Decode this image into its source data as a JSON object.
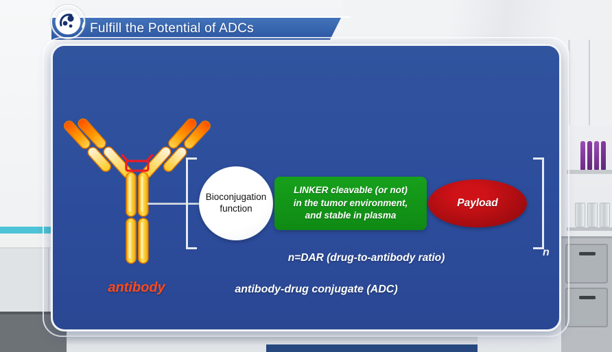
{
  "header": {
    "title": "Fulfill the Potential of ADCs",
    "logo_icon": "molecule-logo-icon"
  },
  "panel": {
    "antibody_label": "antibody",
    "bioconjugation_label": "Bioconjugation function",
    "linker_lines": [
      "LINKER cleavable (or not)",
      "in the tumor environment,",
      "and stable in plasma"
    ],
    "payload_label": "Payload",
    "bracket_subscript": "n",
    "dar_line": "n=DAR (drug-to-antibody ratio)",
    "adc_line": "antibody-drug conjugate (ADC)"
  },
  "colors": {
    "panel_blue": "#2c4c9b",
    "header_blue": "#2e57a4",
    "linker_green": "#12941a",
    "payload_red": "#a30c10",
    "antibody_label_orange": "#ff4a1f",
    "antibody_body_yellow": "#ffc920",
    "antibody_tip_orange": "#ff5a00",
    "hinge_red": "#ed1c24"
  }
}
